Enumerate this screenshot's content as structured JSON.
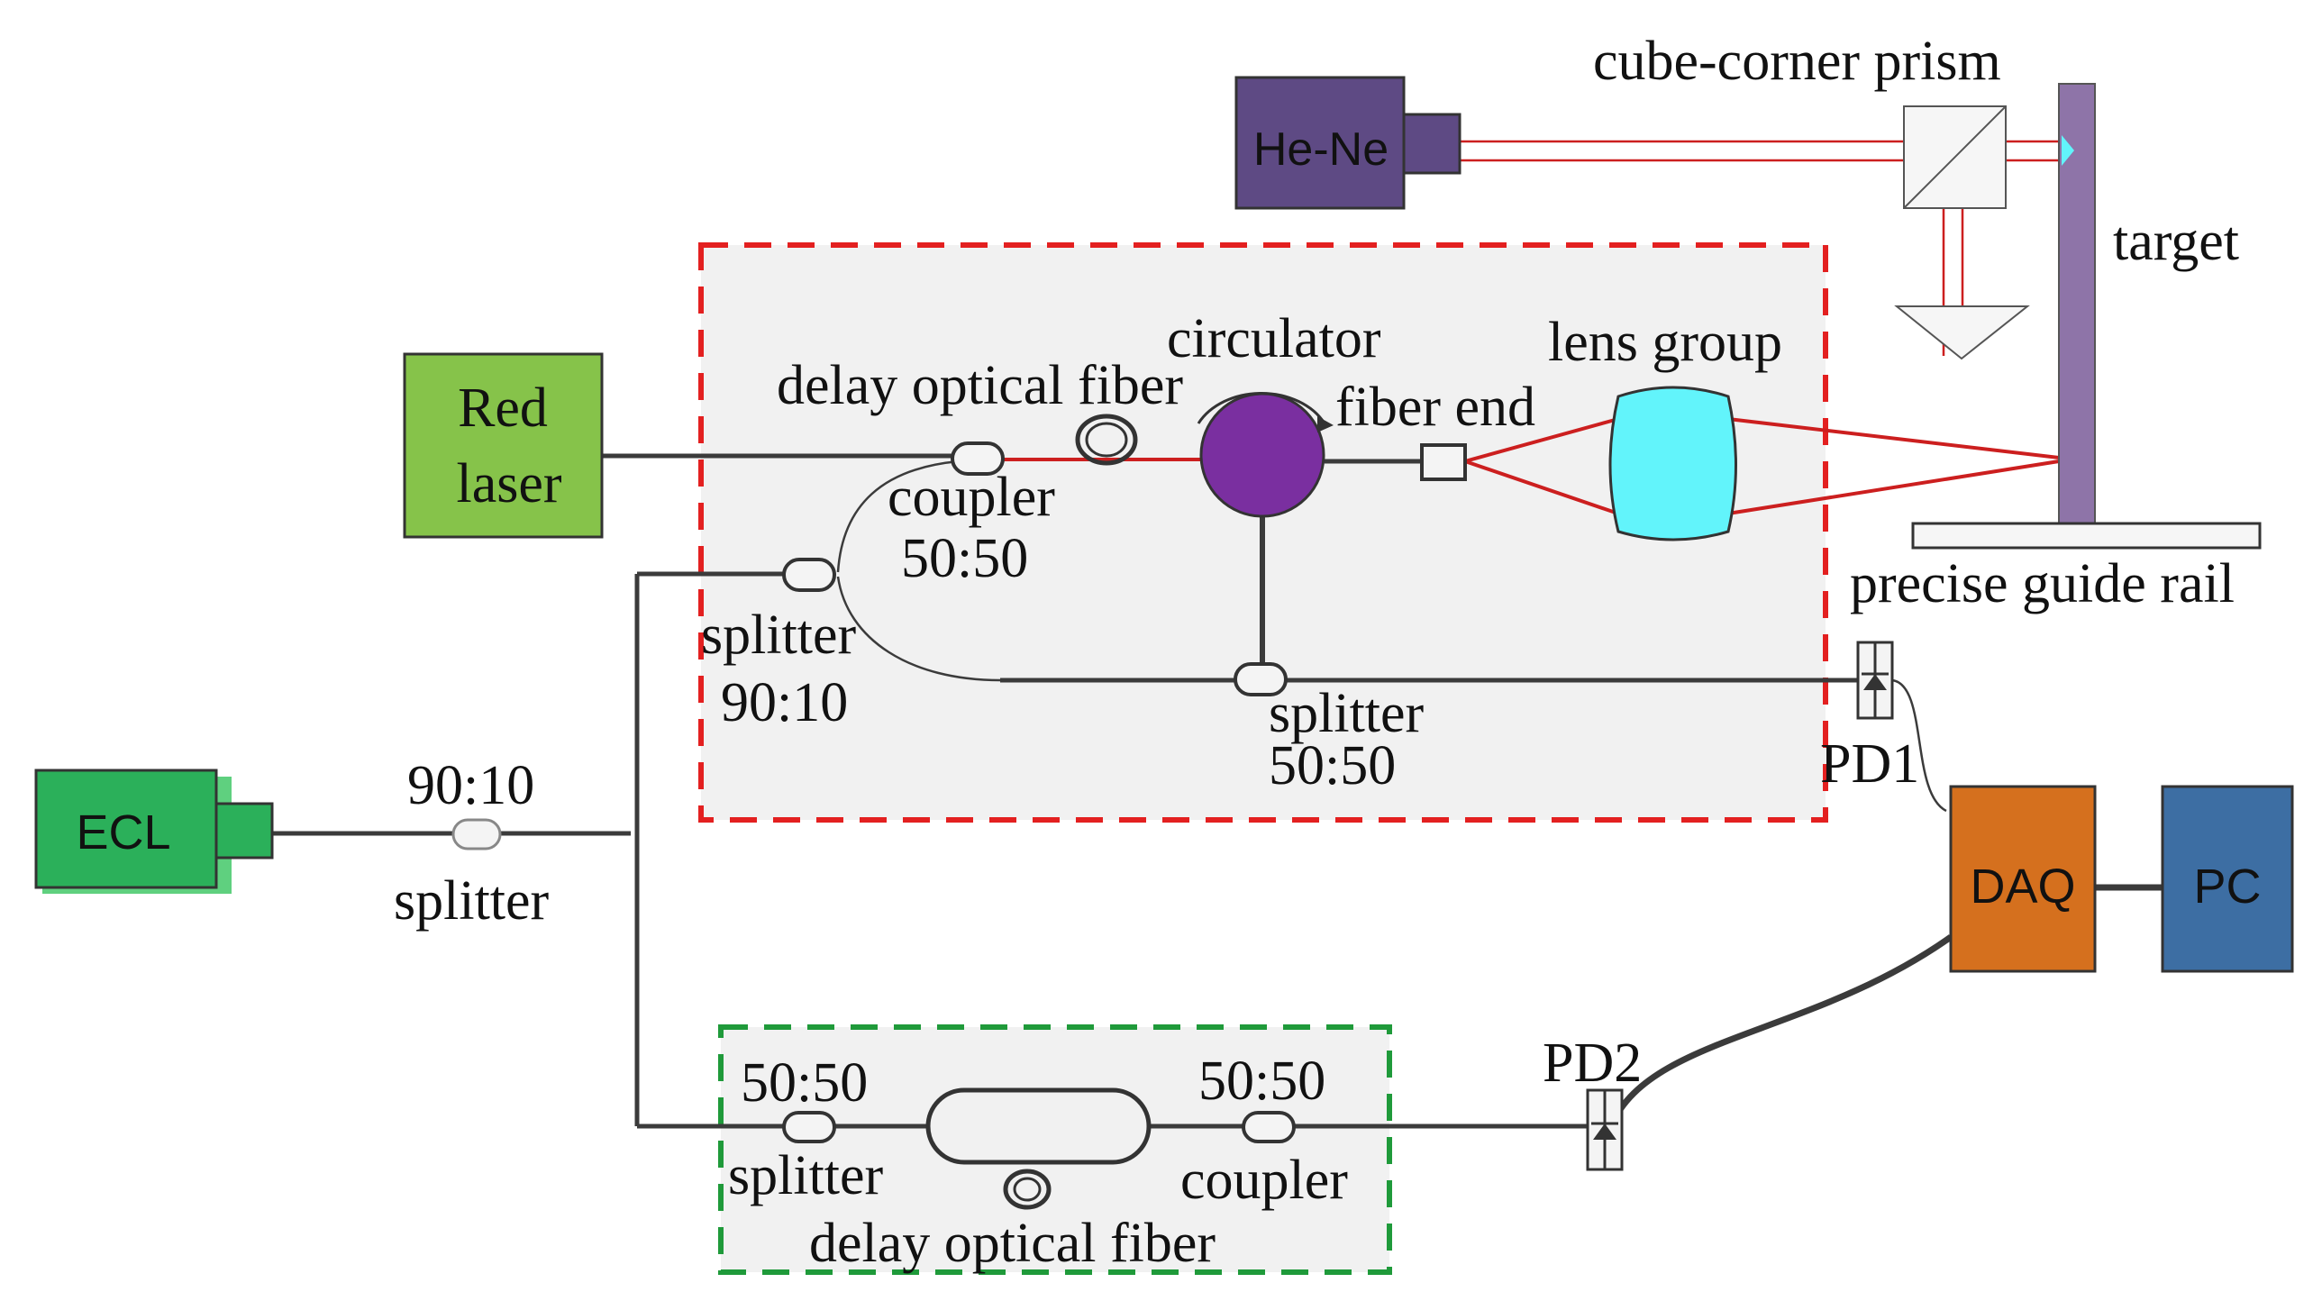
{
  "colors": {
    "red_box_border": "#e32020",
    "green_box_border": "#1f9a3a",
    "red_laser": "#86c34a",
    "ecl": "#2bb05a",
    "he_ne": "#5e4a84",
    "daq": "#d5701e",
    "pc": "#3d6ea3",
    "circulator": "#7a2fa0",
    "lens": "#62f4fb",
    "target": "#8e74a8",
    "beam": "#cc1f1f"
  },
  "devices": {
    "he_ne": "He-Ne",
    "red_laser_line1": "Red",
    "red_laser_line2": "laser",
    "ecl": "ECL",
    "daq": "DAQ",
    "pc": "PC"
  },
  "labels": {
    "cube_corner_prism": "cube-corner prism",
    "target": "target",
    "precise_guide_rail": "precise guide rail",
    "circulator": "circulator",
    "lens_group": "lens group",
    "fiber_end": "fiber end",
    "delay_fiber_top": "delay optical fiber",
    "coupler_top": "coupler",
    "coupler_top_ratio": "50:50",
    "splitter_left": "splitter",
    "splitter_left_ratio": "90:10",
    "splitter_mid": "splitter",
    "splitter_mid_ratio": "50:50",
    "pd1": "PD1",
    "pd2": "PD2",
    "main_splitter_ratio": "90:10",
    "main_splitter": "splitter",
    "bottom_splitter_ratio": "50:50",
    "bottom_splitter": "splitter",
    "bottom_coupler_ratio": "50:50",
    "bottom_coupler": "coupler",
    "delay_fiber_bottom": "delay optical fiber"
  }
}
